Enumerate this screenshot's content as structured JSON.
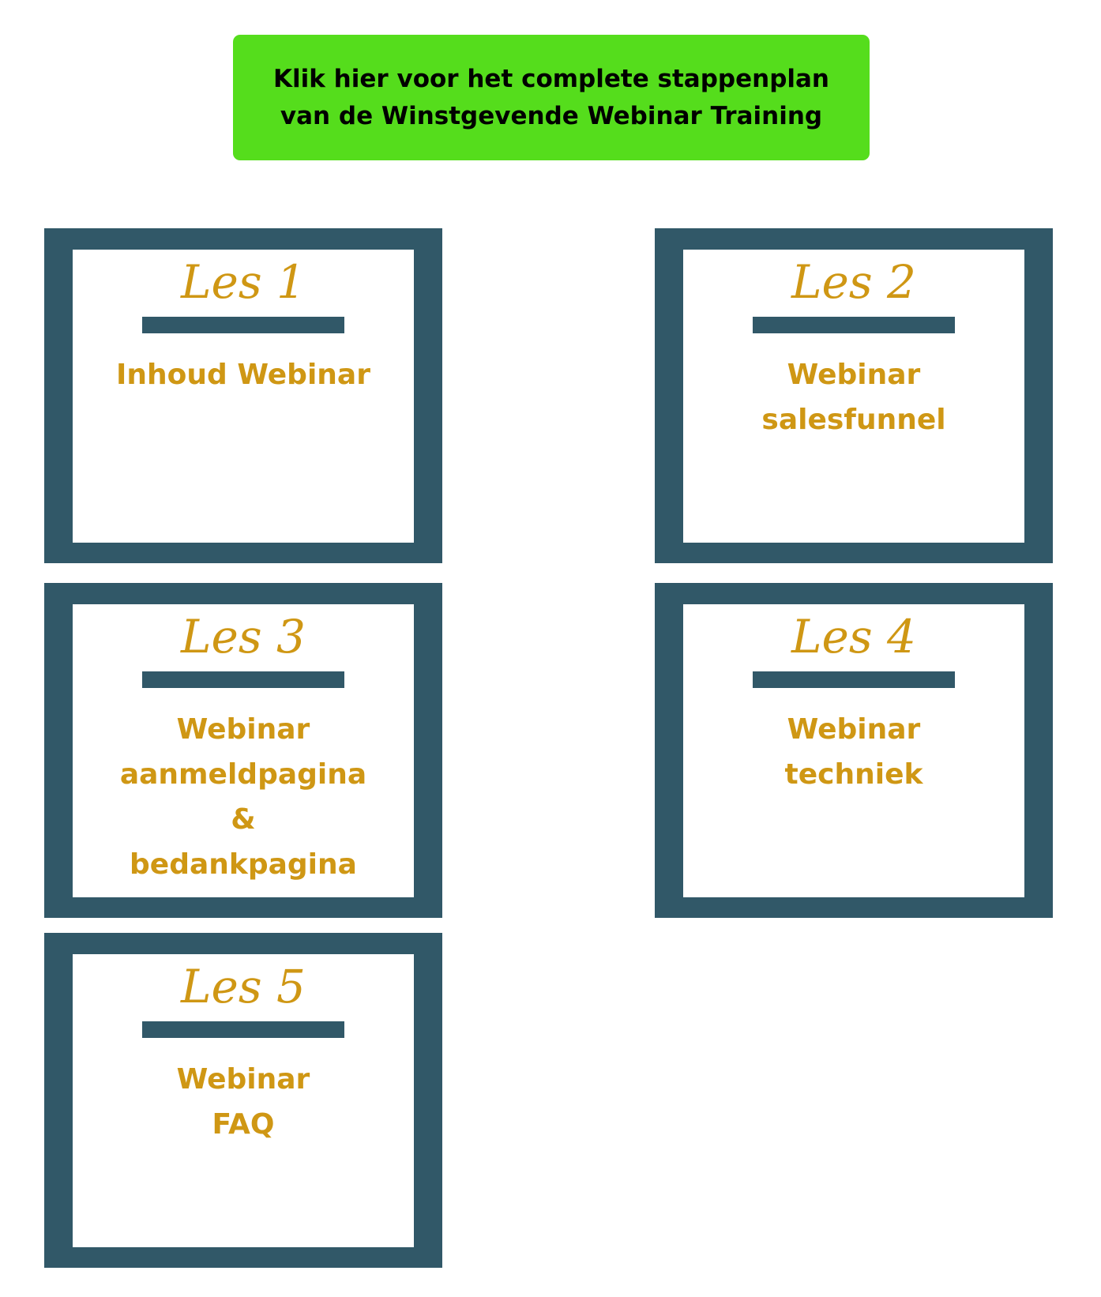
{
  "cta": {
    "lines": [
      "Klik hier voor het complete stappenplan",
      "van de Winstgevende Webinar Training"
    ]
  },
  "lessons": [
    {
      "number": "Les 1",
      "title": [
        "Inhoud Webinar"
      ]
    },
    {
      "number": "Les 2",
      "title": [
        "Webinar",
        "salesfunnel"
      ]
    },
    {
      "number": "Les 3",
      "title": [
        "Webinar",
        "aanmeldpagina",
        "&",
        "bedankpagina"
      ]
    },
    {
      "number": "Les 4",
      "title": [
        "Webinar",
        "techniek"
      ]
    },
    {
      "number": "Les 5",
      "title": [
        "Webinar",
        "FAQ"
      ]
    }
  ],
  "colors": {
    "cta_background": "#55dd1c",
    "card_frame": "#315868",
    "accent_text": "#cf9714"
  }
}
